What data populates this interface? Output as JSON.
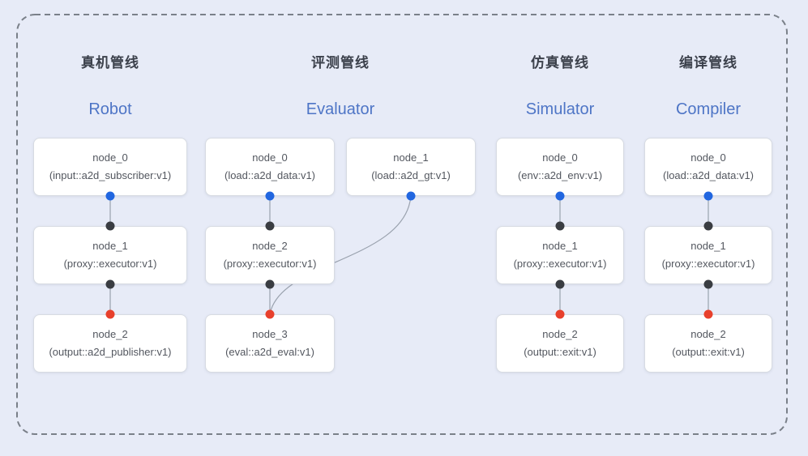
{
  "colors": {
    "background": "#e7ebf7",
    "frame_dash": "#7a8089",
    "box_bg": "#ffffff",
    "box_border": "#d7dbe2",
    "title_zh": "#3c414c",
    "title_en": "#4e75c6",
    "node_text": "#53575f",
    "edge": "#9aa2ae",
    "port_blue": "#2166e0",
    "port_dark": "#3a3d42",
    "port_red": "#e8402c"
  },
  "pipelines": [
    {
      "title_zh": "真机管线",
      "title_en": "Robot",
      "nodes": [
        {
          "name": "node_0",
          "type": "(input::a2d_subscriber:v1)"
        },
        {
          "name": "node_1",
          "type": "(proxy::executor:v1)"
        },
        {
          "name": "node_2",
          "type": "(output::a2d_publisher:v1)"
        }
      ]
    },
    {
      "title_zh": "评测管线",
      "title_en": "Evaluator",
      "nodes": [
        {
          "name": "node_0",
          "type": "(load::a2d_data:v1)"
        },
        {
          "name": "node_1",
          "type": "(load::a2d_gt:v1)"
        },
        {
          "name": "node_2",
          "type": "(proxy::executor:v1)"
        },
        {
          "name": "node_3",
          "type": "(eval::a2d_eval:v1)"
        }
      ]
    },
    {
      "title_zh": "仿真管线",
      "title_en": "Simulator",
      "nodes": [
        {
          "name": "node_0",
          "type": "(env::a2d_env:v1)"
        },
        {
          "name": "node_1",
          "type": "(proxy::executor:v1)"
        },
        {
          "name": "node_2",
          "type": "(output::exit:v1)"
        }
      ]
    },
    {
      "title_zh": "编译管线",
      "title_en": "Compiler",
      "nodes": [
        {
          "name": "node_0",
          "type": "(load::a2d_data:v1)"
        },
        {
          "name": "node_1",
          "type": "(proxy::executor:v1)"
        },
        {
          "name": "node_2",
          "type": "(output::exit:v1)"
        }
      ]
    }
  ]
}
